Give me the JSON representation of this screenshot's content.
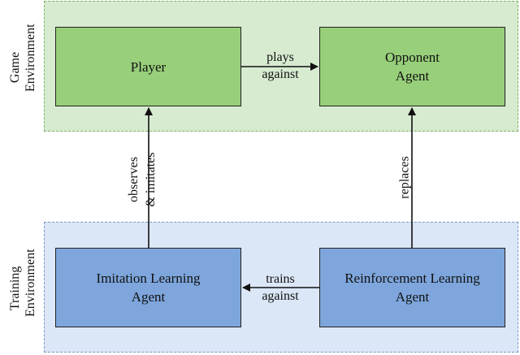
{
  "regions": {
    "game": {
      "line1": "Game",
      "line2": "Environment"
    },
    "training": {
      "line1": "Training",
      "line2": "Environment"
    }
  },
  "boxes": {
    "player": {
      "line1": "Player",
      "line2": ""
    },
    "opponent": {
      "line1": "Opponent",
      "line2": "Agent"
    },
    "imitation": {
      "line1": "Imitation Learning",
      "line2": "Agent"
    },
    "rl": {
      "line1": "Reinforcement Learning",
      "line2": "Agent"
    }
  },
  "edges": {
    "plays_against": {
      "line1": "plays",
      "line2": "against"
    },
    "trains_against": {
      "line1": "trains",
      "line2": "against"
    },
    "observes_imitates": {
      "line1": "observes",
      "line2": "& imitates"
    },
    "replaces": {
      "line1": "replaces"
    }
  },
  "colors": {
    "game_region": "#d7ebd0",
    "training_region": "#dbe7f7",
    "green_box": "#98cf7a",
    "blue_box": "#7ea6dc"
  }
}
